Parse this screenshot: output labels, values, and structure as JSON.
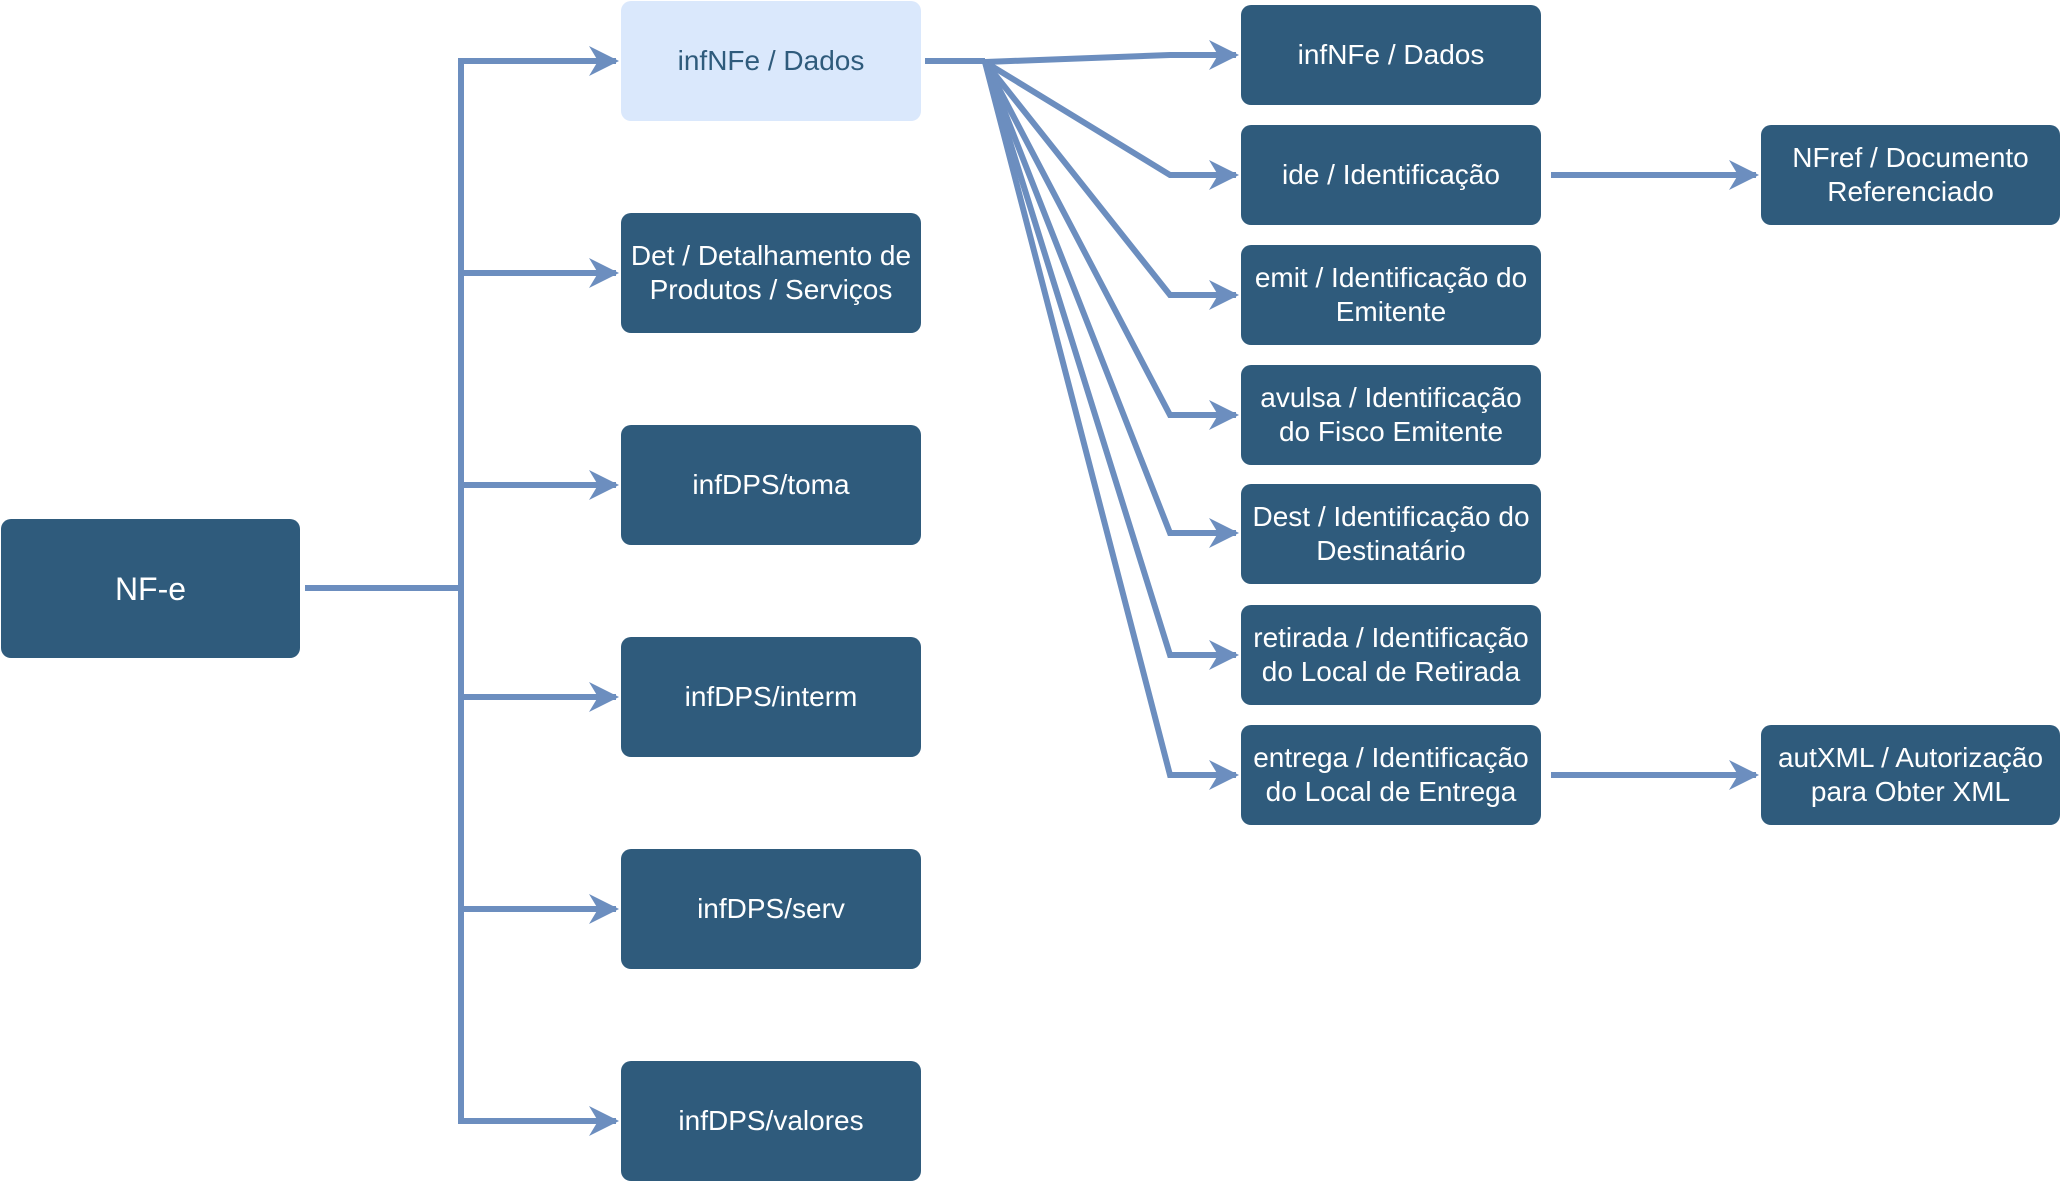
{
  "colors": {
    "node_fill": "#2f5b7c",
    "node_text": "#ffffff",
    "highlight_fill": "#dae8fc",
    "highlight_text": "#2f5b7c",
    "edge": "#6c8ebf"
  },
  "root": {
    "label": "NF-e"
  },
  "level1": [
    {
      "id": "infnfe",
      "label": "infNFe / Dados",
      "highlighted": true
    },
    {
      "id": "det",
      "label": "Det / Detalhamento de Produtos / Serviços"
    },
    {
      "id": "toma",
      "label": "infDPS/toma"
    },
    {
      "id": "interm",
      "label": "infDPS/interm"
    },
    {
      "id": "serv",
      "label": "infDPS/serv"
    },
    {
      "id": "valores",
      "label": "infDPS/valores"
    }
  ],
  "level2": [
    {
      "id": "infnfe-dados",
      "label": "infNFe / Dados"
    },
    {
      "id": "ide",
      "label": "ide / Identificação"
    },
    {
      "id": "emit",
      "label": "emit / Identificação do Emitente"
    },
    {
      "id": "avulsa",
      "label": "avulsa / Identificação do Fisco Emitente"
    },
    {
      "id": "dest",
      "label": "Dest / Identificação do Destinatário"
    },
    {
      "id": "retirada",
      "label": "retirada / Identificação do Local de Retirada"
    },
    {
      "id": "entrega",
      "label": "entrega / Identificação do Local de Entrega"
    }
  ],
  "level3": [
    {
      "id": "nfref",
      "parent": "ide",
      "label": "NFref / Documento Referenciado"
    },
    {
      "id": "autxml",
      "parent": "entrega",
      "label": "autXML / Autorização para Obter XML"
    }
  ]
}
